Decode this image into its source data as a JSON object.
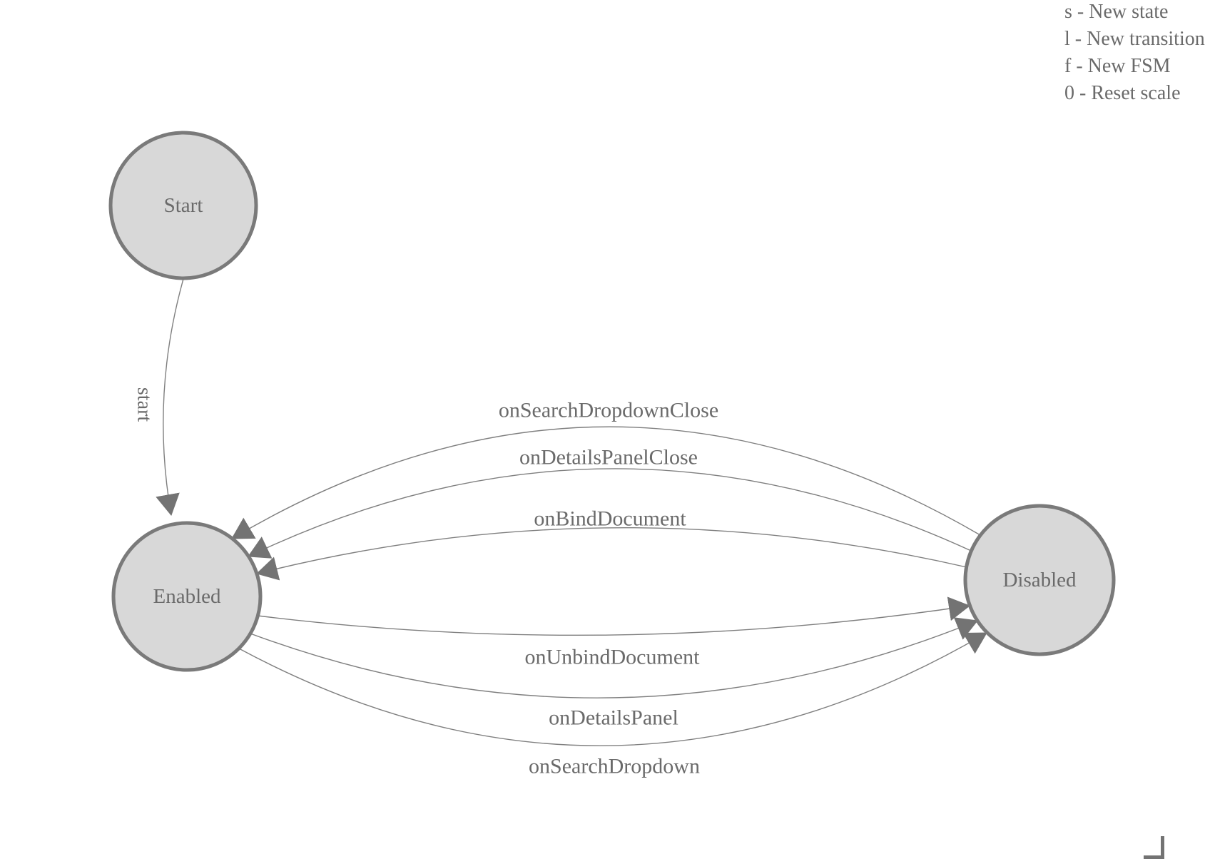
{
  "diagram": {
    "nodes": [
      {
        "label": "Start"
      },
      {
        "label": "Enabled"
      },
      {
        "label": "Disabled"
      }
    ],
    "edges": [
      {
        "label": "start",
        "from": "Start",
        "to": "Enabled"
      },
      {
        "label": "onSearchDropdownClose",
        "from": "Disabled",
        "to": "Enabled"
      },
      {
        "label": "onDetailsPanelClose",
        "from": "Disabled",
        "to": "Enabled"
      },
      {
        "label": "onBindDocument",
        "from": "Disabled",
        "to": "Enabled"
      },
      {
        "label": "onUnbindDocument",
        "from": "Enabled",
        "to": "Disabled"
      },
      {
        "label": "onDetailsPanel",
        "from": "Enabled",
        "to": "Disabled"
      },
      {
        "label": "onSearchDropdown",
        "from": "Enabled",
        "to": "Disabled"
      }
    ]
  },
  "shortcuts": {
    "lines": [
      "s - New state",
      "l - New transition",
      "f - New FSM",
      "0 - Reset scale"
    ]
  },
  "colors": {
    "background": "#ffffff",
    "node_fill": "#d8d8d8",
    "node_stroke": "#7a7a7a",
    "edge_stroke": "#7f7f7f",
    "arrow_fill": "#737373",
    "text": "#6a6a6a",
    "corner": "#737373"
  }
}
